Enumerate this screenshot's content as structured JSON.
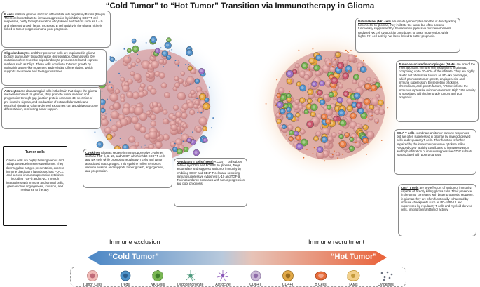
{
  "title": "“Cold Tumor” to “Hot Tumor” Transition via Immunotherapy in Glioma",
  "labels": {
    "immune_exclusion": "Immune exclusion",
    "immune_recruitment": "Immune recruitment",
    "cold": "“Cold Tumor”",
    "hot": "“Hot Tumor”"
  },
  "boxes": {
    "bcells": {
      "head": "B cells",
      "text": " infiltrate gliomas and can differentiate into regulatory B cells (Bregs). These cells contribute to immunosuppression by inhibiting CD8⁺ T-cell responses, partly through secretion of cytokines and factors such as IL-10 and placental growth factor. Increased B cell activity in the glioma niche is linked to tumor progression and poor prognosis."
    },
    "oligo": {
      "head": "Oligodendrocytes",
      "text": " and their precursor cells are implicated in glioma biology, particularly through lineage dysregulation. Gliomas with IDH mutations often resemble oligodendrocyte precursor cells and express markers such as Olig2. These cells contribute to tumor growth by maintaining stem-like properties and resisting differentiation, which supports recurrence and therapy resistance."
    },
    "astro": {
      "head": "Astrocytes",
      "text": " are abundant glial cells in the brain that shape the glioma microenvironment. In gliomas, they promote tumor invasion and progression through gap junction protein connexin-43, secretion of pro-invasive signals, and modulation of extracellular matrix and electrical signaling. Glioma-derived exosomes can also drive astrocyte differentiation, reinforcing tumor support."
    },
    "tumor": {
      "head": "Tumor cells",
      "text": "Glioma cells are highly heterogeneous and adapt to evade immune surveillance. They downregulate antigen presentation, express immune checkpoint ligands such as PD-L1, and secrete immunosuppressive cytokines including TGF-β and IL-10. Through interactions with immune and stromal cells, gliomas drive angiogenesis, invasion, and resistance to therapy."
    },
    "cytokines": {
      "head": "Cytokines",
      "text": " Gliomas secrete immunosuppressive cytokines such as TGF-β, IL-10, and VEGF, which inhibit CD8⁺ T cells and NK cells while promoting regulatory T cells and tumor-associated macrophages. This cytokine milieu reinforces immune evasion and supports tumor growth, angiogenesis, and progression."
    },
    "tregs": {
      "head": "Regulatory T cells (Tregs)",
      "text": " A CD4⁺ T cell subset defined by CD25 and FOXP3. In gliomas, Tregs accumulate and suppress antitumor immunity by inhibiting CD8⁺ and CD4⁺ T cells and secreting immunosuppressive cytokines IL-10 and TGF-β. Their abundance correlates with tumor progression and poor prognosis."
    },
    "nk": {
      "head": "Natural killer (NK) cells",
      "text": " are innate lymphocytes capable of directly killing tumor cells. In gliomas, they infiltrate the tumor but often become functionally suppressed by the immunosuppressive microenvironment. Reduced NK cell cytotoxicity contributes to tumor progression, while higher NK cell activity has been linked to better prognosis."
    },
    "tams": {
      "head": "Tumor-associated macrophages (TAMs)",
      "text": " are one of the most abundant immune cell populations in gliomas, comprising up to 30–50% of the infiltrate. They are highly plastic but often skew toward an M2-like phenotype, which promotes tumor growth, angiogenesis, and immune suppression. By secreting cytokines, chemokines, and growth factors, TAMs reinforce the immunosuppressive microenvironment. High TAM density is associated with higher grade tumors and poor prognosis."
    },
    "cd4": {
      "head": "CD4⁺ T cells",
      "text": " coordinate antitumor immune responses but are often suppressed in gliomas by myeloid-derived cells and regulatory T cells. Their function is further impaired by the immunosuppressive cytokine milieu. Reduced CD4⁺ activity contributes to immune evasion, and high infiltration of immunosuppressive CD4⁺ subsets is associated with poor prognosis."
    },
    "cd8": {
      "head": "CD8⁺ T cells",
      "text": " are key effectors of antitumor immunity, capable of directly killing glioma cells. Their presence in the tumor correlates with better prognosis. However, in gliomas they are often functionally exhausted by immune checkpoints such as PD-1/PD-L1 and suppressed by regulatory T cells and myeloid-derived cells, limiting their antitumor activity."
    }
  },
  "legend": [
    {
      "label": "Tumor Cells",
      "icon": "tumor-cell-icon"
    },
    {
      "label": "Tregs",
      "icon": "treg-icon"
    },
    {
      "label": "NK Cells",
      "icon": "nk-cell-icon"
    },
    {
      "label": "Oligodendrocyte",
      "icon": "oligodendrocyte-icon"
    },
    {
      "label": "Astrocyte",
      "icon": "astrocyte-icon"
    },
    {
      "label": "CD8+T",
      "icon": "cd8-t-cell-icon"
    },
    {
      "label": "CD4+T",
      "icon": "cd4-t-cell-icon"
    },
    {
      "label": "B Cells",
      "icon": "b-cell-icon"
    },
    {
      "label": "TAMs",
      "icon": "tam-icon"
    },
    {
      "label": "Cytokines",
      "icon": "cytokines-icon"
    }
  ],
  "colors": {
    "cold_blue": "#4a86c5",
    "hot_orange": "#e9623a",
    "cold_bg": "#c9ddf0",
    "hot_bg": "#f7d9bf"
  }
}
